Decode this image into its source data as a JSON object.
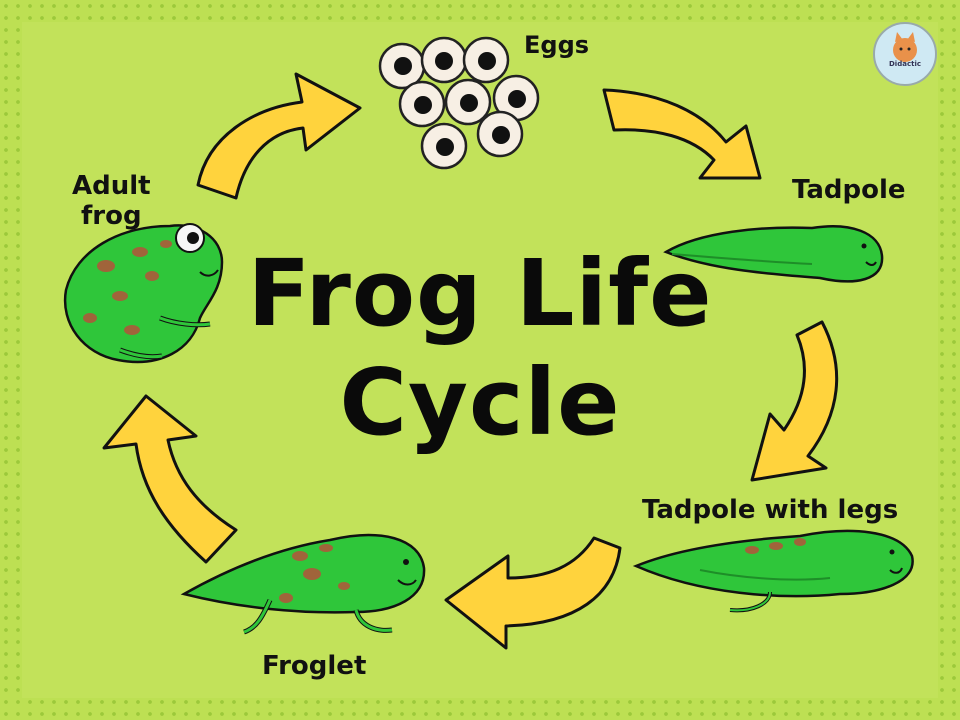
{
  "title": {
    "line1": "Frog Life",
    "line2": "Cycle"
  },
  "stages": {
    "eggs": "Eggs",
    "tadpole": "Tadpole",
    "tadpole_legs": "Tadpole with legs",
    "froglet": "Froglet",
    "adult_line1": "Adult",
    "adult_line2": "frog"
  },
  "badge": {
    "text": "Didactic"
  },
  "colors": {
    "background": "#bde053",
    "arrow": "#ffd33d",
    "frog_green": "#2fc63a",
    "frog_spot": "#a0643a",
    "outline": "#000000"
  }
}
